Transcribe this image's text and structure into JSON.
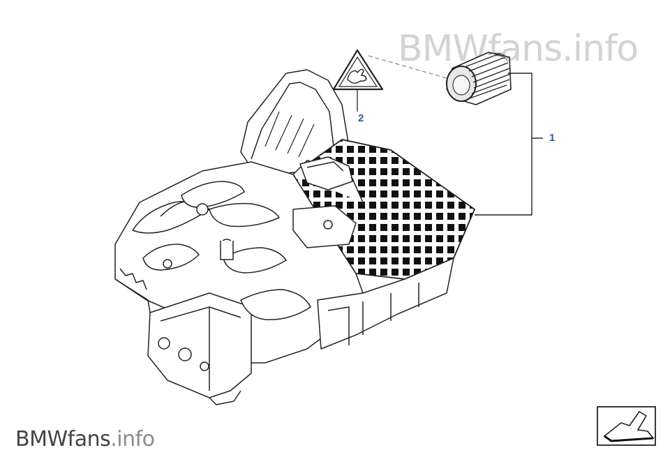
{
  "watermark_top": "BMWfans.info",
  "watermark_bottom": {
    "brand": "BMWfans",
    "suffix": ".info"
  },
  "callouts": [
    {
      "id": "1",
      "label": "1",
      "part": "seal-sleeve"
    },
    {
      "id": "2",
      "label": "2",
      "part": "warning-label"
    }
  ],
  "colors": {
    "callout": "#2a5a9a",
    "line": "#222222",
    "watermark": "#d3d3d3"
  },
  "icons": [
    "warning-triangle-icon",
    "view-direction-arrow-icon"
  ]
}
